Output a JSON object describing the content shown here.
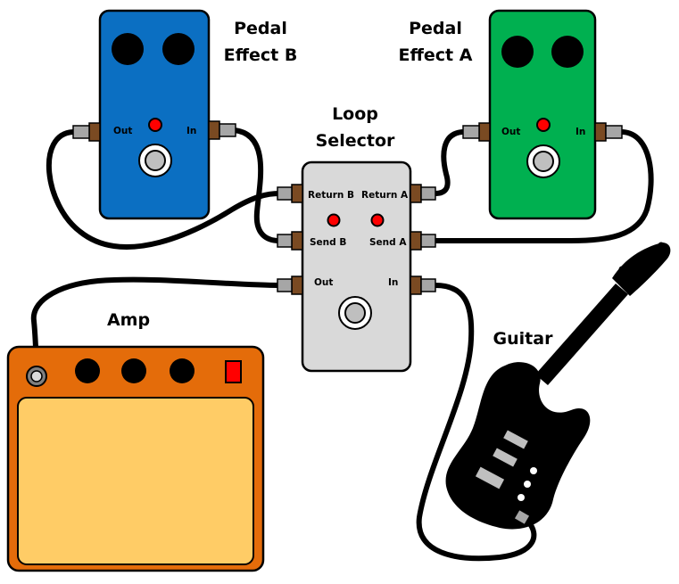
{
  "labels": {
    "pedal_b_line1": "Pedal",
    "pedal_b_line2": "Effect B",
    "pedal_a_line1": "Pedal",
    "pedal_a_line2": "Effect A",
    "loop_line1": "Loop",
    "loop_line2": "Selector",
    "amp": "Amp",
    "guitar": "Guitar"
  },
  "pedal_b": {
    "out": "Out",
    "in": "In",
    "color": "#0b6fc2"
  },
  "pedal_a": {
    "out": "Out",
    "in": "In",
    "color": "#00b050"
  },
  "loop_selector": {
    "return_b": "Return B",
    "return_a": "Return A",
    "send_b": "Send B",
    "send_a": "Send A",
    "out": "Out",
    "in": "In",
    "color": "#d9d9d9"
  },
  "colors": {
    "amp_body": "#e46c0a",
    "amp_grille": "#ffcc66",
    "led": "#ff0000",
    "cable": "#000000",
    "jack_brown": "#7a4a22",
    "plug_gray": "#a6a6a6"
  }
}
